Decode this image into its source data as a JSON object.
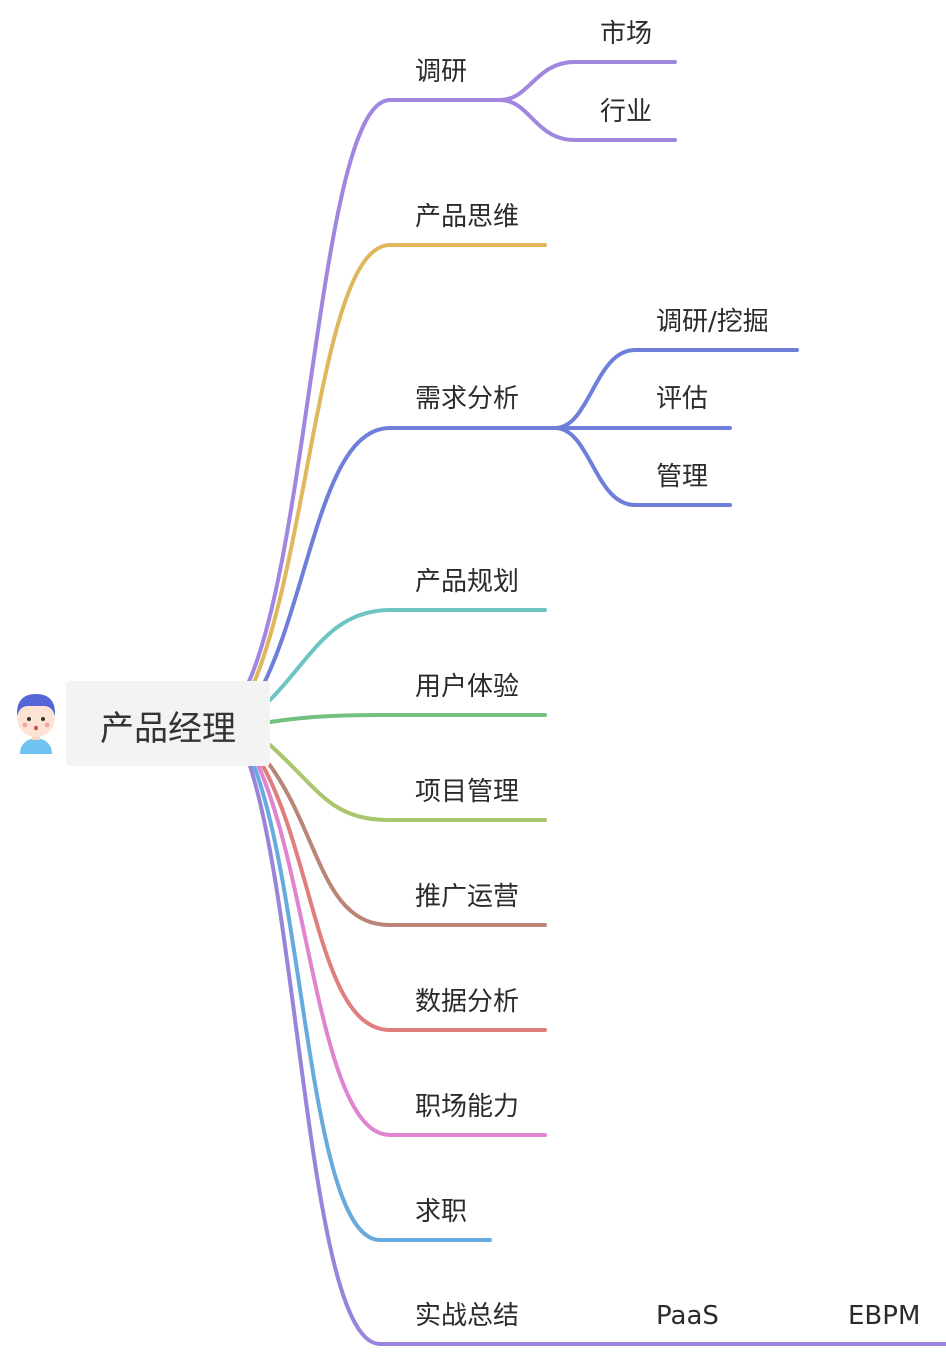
{
  "root": {
    "label": "产品经理",
    "icon": "boy-avatar-icon"
  },
  "branches": [
    {
      "id": "research",
      "label": "调研",
      "color": "#a086df",
      "children": [
        {
          "label": "市场"
        },
        {
          "label": "行业"
        }
      ]
    },
    {
      "id": "product-thinking",
      "label": "产品思维",
      "color": "#dfb85e"
    },
    {
      "id": "requirement-analysis",
      "label": "需求分析",
      "color": "#6f7fd9",
      "children": [
        {
          "label": "调研/挖掘"
        },
        {
          "label": "评估"
        },
        {
          "label": "管理"
        }
      ]
    },
    {
      "id": "product-planning",
      "label": "产品规划",
      "color": "#6cc5c0"
    },
    {
      "id": "user-experience",
      "label": "用户体验",
      "color": "#72c07d"
    },
    {
      "id": "project-management",
      "label": "项目管理",
      "color": "#a8c66b"
    },
    {
      "id": "promotion-operation",
      "label": "推广运营",
      "color": "#b98577"
    },
    {
      "id": "data-analysis",
      "label": "数据分析",
      "color": "#e07e7e"
    },
    {
      "id": "workplace-skills",
      "label": "职场能力",
      "color": "#e184cf"
    },
    {
      "id": "job-hunting",
      "label": "求职",
      "color": "#67abde"
    },
    {
      "id": "practice-summary",
      "label": "实战总结",
      "color": "#9a83db",
      "children": [
        {
          "label": "PaaS",
          "children": [
            {
              "label": "EBPM"
            }
          ]
        }
      ]
    }
  ]
}
